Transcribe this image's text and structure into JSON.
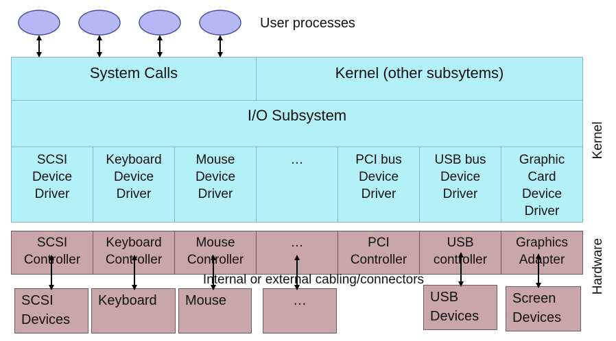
{
  "user_processes_label": "User processes",
  "kernel": {
    "system_calls": "System Calls",
    "other": "Kernel (other subsytems)",
    "io_subsystem": "I/O Subsystem",
    "drivers": [
      "SCSI\nDevice\nDriver",
      "Keyboard\nDevice\nDriver",
      "Mouse\nDevice\nDriver",
      "…",
      "PCI bus\nDevice\nDriver",
      "USB bus\nDevice\nDriver",
      "Graphic\nCard\nDevice\nDriver"
    ]
  },
  "hardware": {
    "controllers": [
      "SCSI\nController",
      "Keyboard\nController",
      "Mouse\nController",
      "…",
      "PCI\nController",
      "USB\ncontroller",
      "Graphics\nAdapter"
    ],
    "cabling": "Internal or external cabling/connectors",
    "devices": [
      "SCSI\nDevices",
      "Keyboard",
      "Mouse",
      "…",
      "USB\nDevices",
      "Screen\nDevices"
    ]
  },
  "side_labels": {
    "kernel": "Kernel",
    "hardware": "Hardware"
  },
  "colors": {
    "kernel_fill": "#b3f0f8",
    "hardware_fill": "#c9a7a9",
    "process_fill": "#b5b8f2"
  }
}
